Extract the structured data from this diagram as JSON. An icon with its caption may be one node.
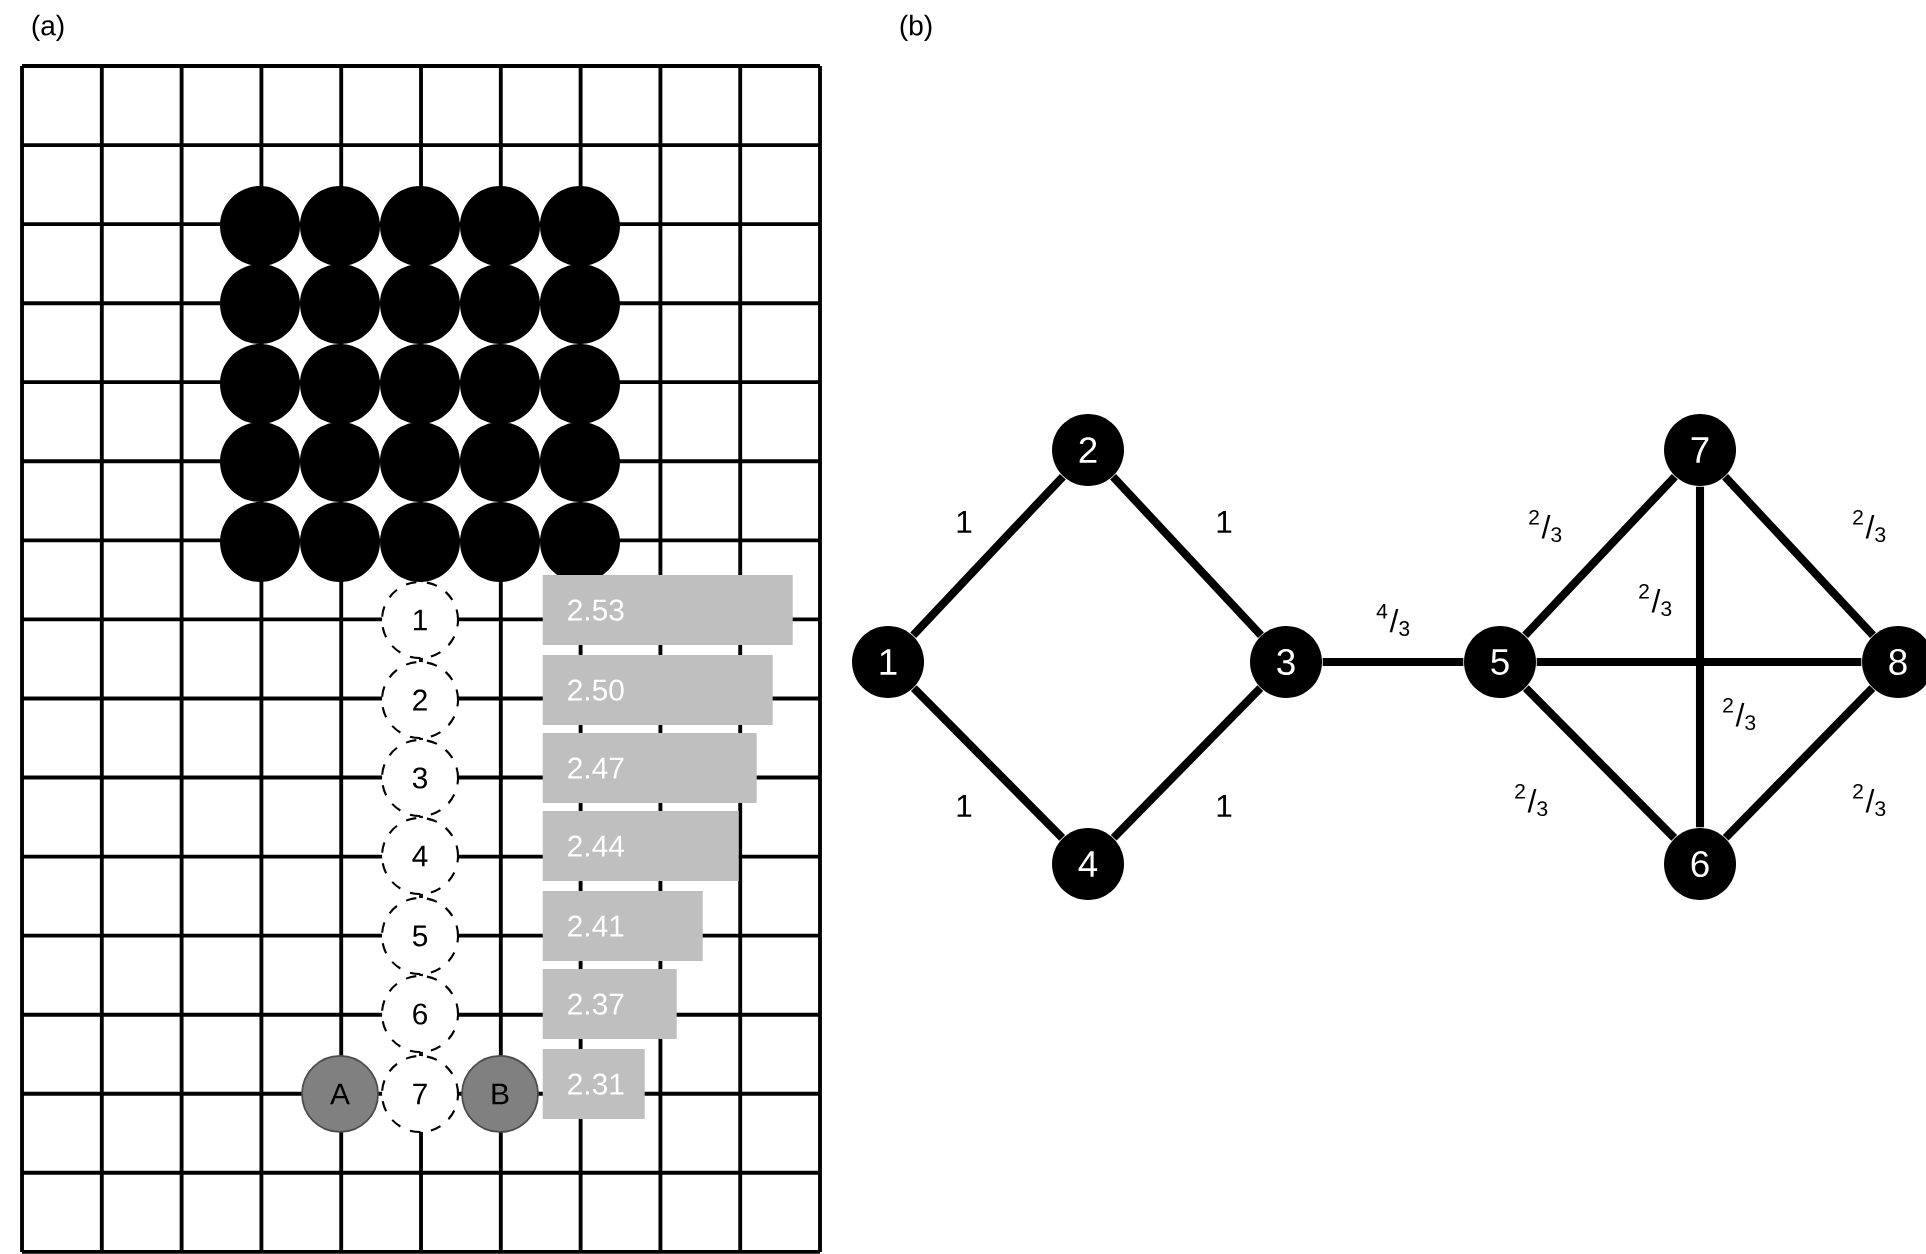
{
  "diagram": {
    "nodes": [
      {
        "text": [
          "1"
        ]
      },
      {
        "text": [
          "2"
        ]
      },
      {
        "text": [
          "3"
        ]
      },
      {
        "text": [
          "4"
        ]
      },
      {
        "text": [
          "5"
        ]
      },
      {
        "text": [
          "6"
        ]
      },
      {
        "text": [
          "7"
        ]
      },
      {
        "text": [
          "A"
        ]
      },
      {
        "text": [
          "B"
        ]
      },
      {
        "text": [
          "2.53"
        ]
      },
      {
        "text": [
          "2.50"
        ]
      },
      {
        "text": [
          "2.47"
        ]
      },
      {
        "text": [
          "2.44"
        ]
      },
      {
        "text": [
          "2.41"
        ]
      },
      {
        "text": [
          "2.37"
        ]
      },
      {
        "text": [
          "2.31"
        ]
      },
      {
        "text": [
          "1"
        ]
      },
      {
        "text": [
          "2"
        ]
      },
      {
        "text": [
          "3"
        ]
      },
      {
        "text": [
          "4"
        ]
      },
      {
        "text": [
          "5"
        ]
      },
      {
        "text": [
          "6"
        ]
      },
      {
        "text": [
          "7"
        ]
      },
      {
        "text": [
          "8"
        ]
      }
    ],
    "edges": [
      {
        "from": 16,
        "to": 17,
        "arrow": "none",
        "label": "1"
      },
      {
        "from": 17,
        "to": 18,
        "arrow": "none",
        "label": "1"
      },
      {
        "from": 16,
        "to": 19,
        "arrow": "none",
        "label": "1"
      },
      {
        "from": 19,
        "to": 18,
        "arrow": "none",
        "label": "1"
      },
      {
        "from": 18,
        "to": 20,
        "arrow": "none",
        "label": "$^{4}$/$_{3}$"
      },
      {
        "from": 20,
        "to": 22,
        "arrow": "none",
        "label": "$^{2}$/$_{3}$"
      },
      {
        "from": 22,
        "to": 23,
        "arrow": "none",
        "label": "$^{2}$/$_{3}$"
      },
      {
        "from": 22,
        "to": 21,
        "arrow": "none",
        "label": "$^{2}$/$_{3}$"
      },
      {
        "from": 20,
        "to": 23,
        "arrow": "none",
        "label": "$^{2}$/$_{3}$"
      },
      {
        "from": 20,
        "to": 21,
        "arrow": "none",
        "label": "$^{2}$/$_{3}$"
      },
      {
        "from": 21,
        "to": 23,
        "arrow": "none",
        "label": "$^{2}$/$_{3}$"
      }
    ],
    "labels": [
      "(a)",
      "(b)"
    ]
  }
}
